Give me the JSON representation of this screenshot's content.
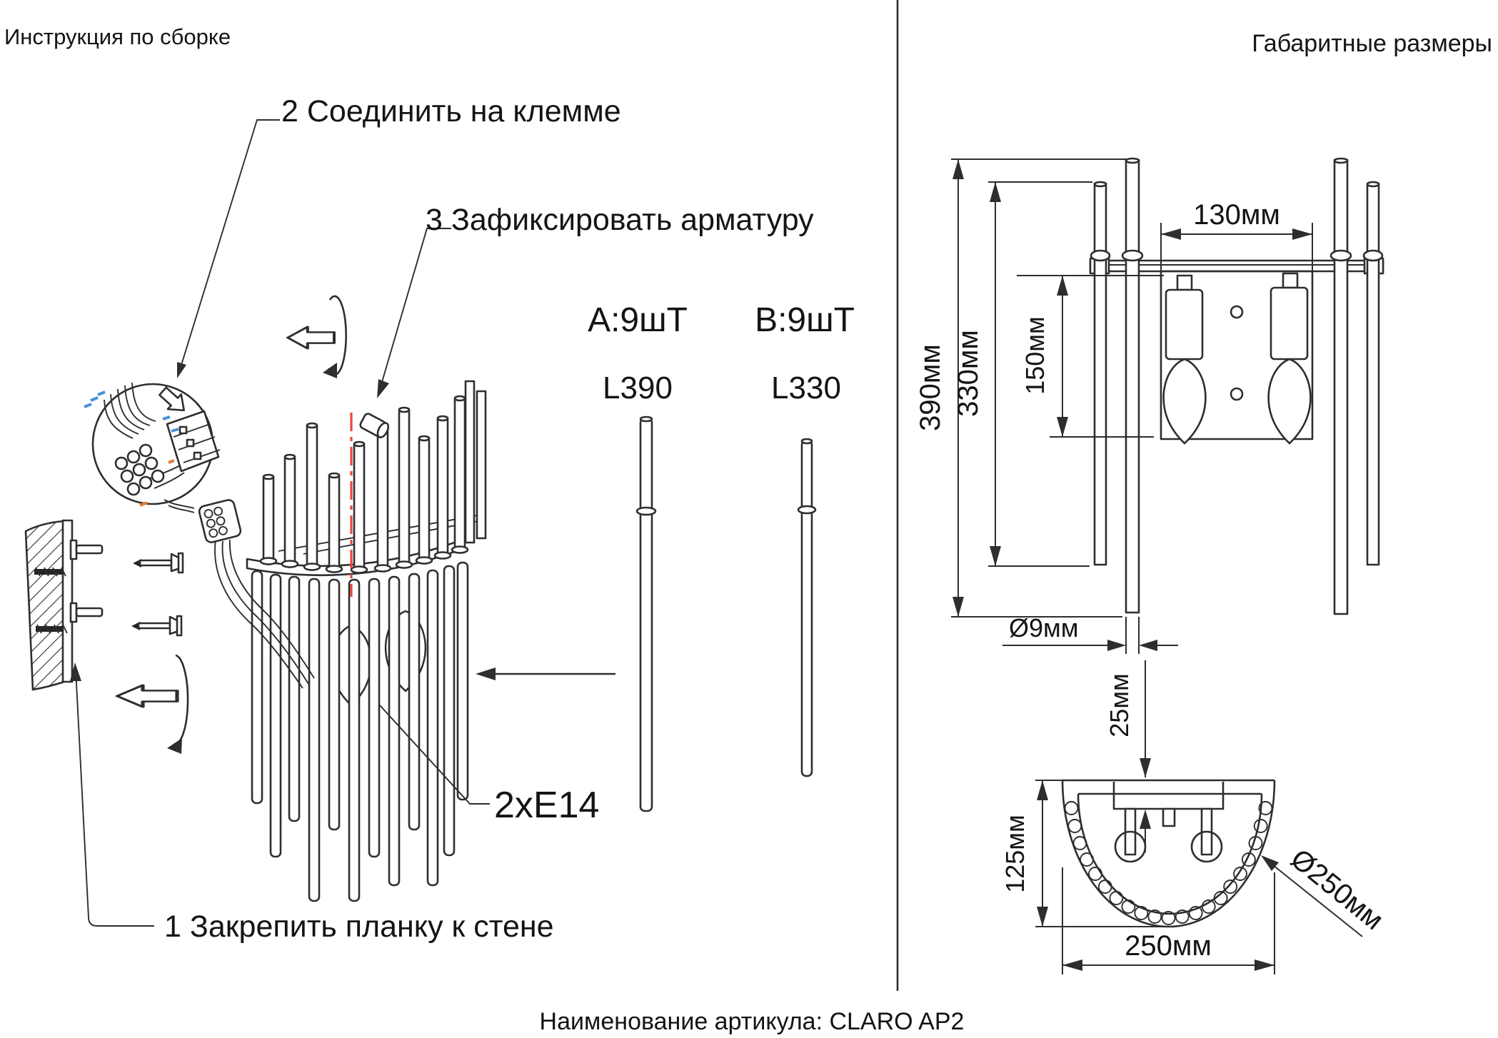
{
  "titles": {
    "left": "Инструкция по сборке",
    "right": "Габаритные размеры"
  },
  "steps": {
    "step1": "1 Закрепить планку к стене",
    "step2": "2 Соединить на клемме",
    "step3": "3 Зафиксировать арматуру"
  },
  "parts": {
    "part_a_qty": "А:9шТ",
    "part_b_qty": "В:9шТ",
    "part_a_len": "L390",
    "part_b_len": "L330",
    "socket": "2xE14"
  },
  "dimensions": {
    "plate_width": "130мм",
    "overall_height": "390мм",
    "rod_height": "330мм",
    "plate_height": "150мм",
    "rod_diameter": "Ø9мм",
    "wall_offset": "25мм",
    "depth": "125мм",
    "width": "250мм",
    "diameter": "Ø250мм"
  },
  "footer": {
    "article": "Наименование артикула: CLARO AP2"
  },
  "colors": {
    "line": "#2e2e2e",
    "accent_red": "#e8483f",
    "background": "#ffffff"
  }
}
